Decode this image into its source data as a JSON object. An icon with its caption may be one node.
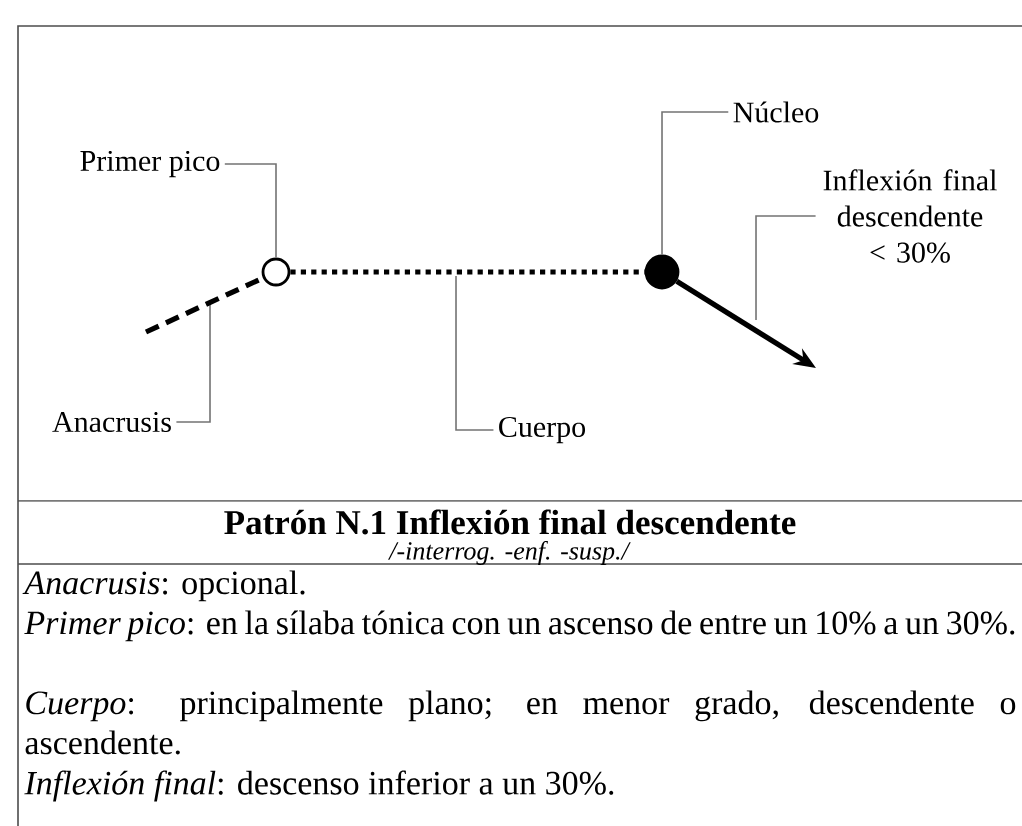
{
  "diagram": {
    "nodes": [
      {
        "text": [
          "Primer pico"
        ]
      },
      {
        "text": [],
        "shape": "circle"
      },
      {
        "text": [
          "Núcleo"
        ]
      },
      {
        "text": [],
        "shape": "circle"
      },
      {
        "text": [
          "Anacrusis"
        ]
      },
      {
        "text": [
          "Cuerpo"
        ]
      },
      {
        "text": [
          "Inflexión final descendente < 30%"
        ]
      }
    ],
    "edges": [
      {
        "from": 0,
        "to": 1,
        "arrow": "none"
      },
      {
        "from": 2,
        "to": 3,
        "arrow": "none"
      },
      {
        "from": 4,
        "to": null,
        "arrow": "none"
      },
      {
        "from": 5,
        "to": null,
        "arrow": "none"
      },
      {
        "from": 6,
        "to": null,
        "arrow": "none"
      },
      {
        "from": null,
        "to": 1,
        "arrow": "none",
        "style": "dashed",
        "color": "#000000"
      },
      {
        "from": 1,
        "to": 3,
        "arrow": "none",
        "style": "dashed",
        "color": "#000000"
      },
      {
        "from": 3,
        "to": null,
        "arrow": "to",
        "style": "thick",
        "color": "#000000"
      }
    ],
    "labels": [
      "**Patrón N.1 Inflexión final descendente**",
      "*/-interrog. -enf. -susp./*",
      "*Anacrusis*: opcional.",
      "*Primer pico*: en la sílaba tónica con un ascenso de entre un 10% a un 30%.",
      "*Cuerpo*: principalmente plano; en menor grado, descendente o ascendente.",
      "*Inflexión final*: descenso inferior a un 30%."
    ]
  }
}
